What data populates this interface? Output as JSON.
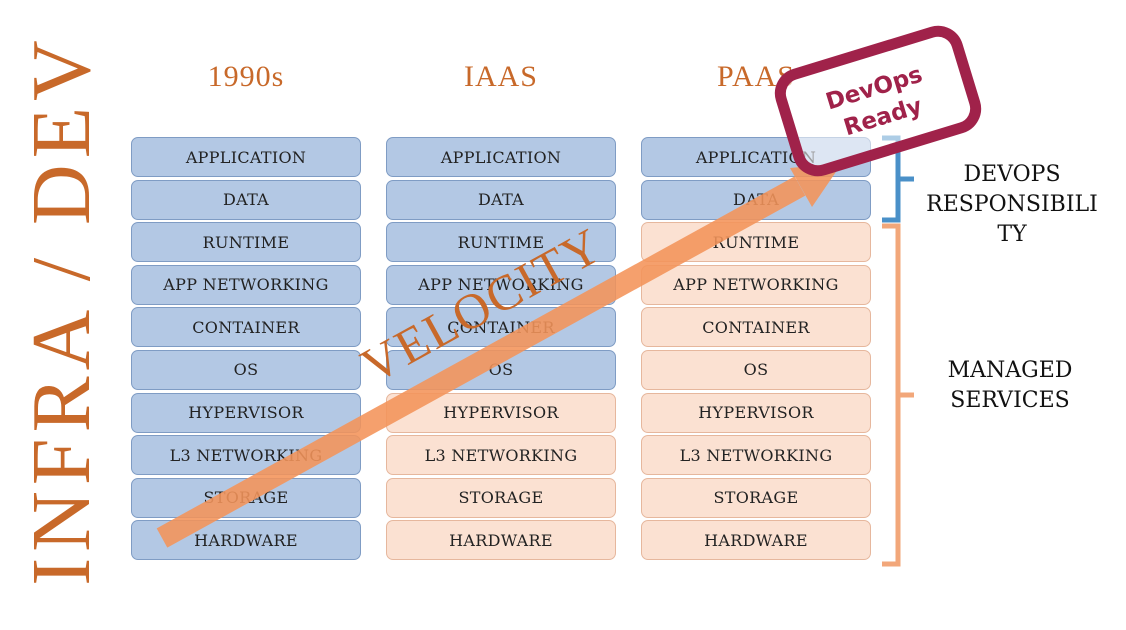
{
  "title": "INFRA / DEV",
  "columns": [
    {
      "heading": "1990s",
      "layers": [
        {
          "label": "APPLICATION",
          "owner": "devops"
        },
        {
          "label": "DATA",
          "owner": "devops"
        },
        {
          "label": "RUNTIME",
          "owner": "devops"
        },
        {
          "label": "APP NETWORKING",
          "owner": "devops"
        },
        {
          "label": "CONTAINER",
          "owner": "devops"
        },
        {
          "label": "OS",
          "owner": "devops"
        },
        {
          "label": "HYPERVISOR",
          "owner": "devops"
        },
        {
          "label": "L3 NETWORKING",
          "owner": "devops"
        },
        {
          "label": "STORAGE",
          "owner": "devops"
        },
        {
          "label": "HARDWARE",
          "owner": "devops"
        }
      ]
    },
    {
      "heading": "IAAS",
      "layers": [
        {
          "label": "APPLICATION",
          "owner": "devops"
        },
        {
          "label": "DATA",
          "owner": "devops"
        },
        {
          "label": "RUNTIME",
          "owner": "devops"
        },
        {
          "label": "APP NETWORKING",
          "owner": "devops"
        },
        {
          "label": "CONTAINER",
          "owner": "devops"
        },
        {
          "label": "OS",
          "owner": "devops"
        },
        {
          "label": "HYPERVISOR",
          "owner": "managed"
        },
        {
          "label": "L3 NETWORKING",
          "owner": "managed"
        },
        {
          "label": "STORAGE",
          "owner": "managed"
        },
        {
          "label": "HARDWARE",
          "owner": "managed"
        }
      ]
    },
    {
      "heading": "PAAS",
      "layers": [
        {
          "label": "APPLICATION",
          "owner": "devops"
        },
        {
          "label": "DATA",
          "owner": "devops"
        },
        {
          "label": "RUNTIME",
          "owner": "managed"
        },
        {
          "label": "APP NETWORKING",
          "owner": "managed"
        },
        {
          "label": "CONTAINER",
          "owner": "managed"
        },
        {
          "label": "OS",
          "owner": "managed"
        },
        {
          "label": "HYPERVISOR",
          "owner": "managed"
        },
        {
          "label": "L3 NETWORKING",
          "owner": "managed"
        },
        {
          "label": "STORAGE",
          "owner": "managed"
        },
        {
          "label": "HARDWARE",
          "owner": "managed"
        }
      ]
    }
  ],
  "arrow_label": "VELOCITY",
  "stamp": {
    "line1": "DevOps",
    "line2": "Ready"
  },
  "devops_label": {
    "line1": "DEVOPS",
    "line2": "RESPONSIBILI",
    "line3": "TY"
  },
  "managed_label": {
    "line1": "MANAGED",
    "line2": "SERVICES"
  },
  "colors": {
    "accent": "#c8692a",
    "devops_fill": "#b3c8e4",
    "managed_fill": "#fbe1d2",
    "devops_bracket": "#4a90c8",
    "managed_bracket": "#f2a77a",
    "arrow": "#f4945a",
    "stamp": "#a0224a"
  }
}
